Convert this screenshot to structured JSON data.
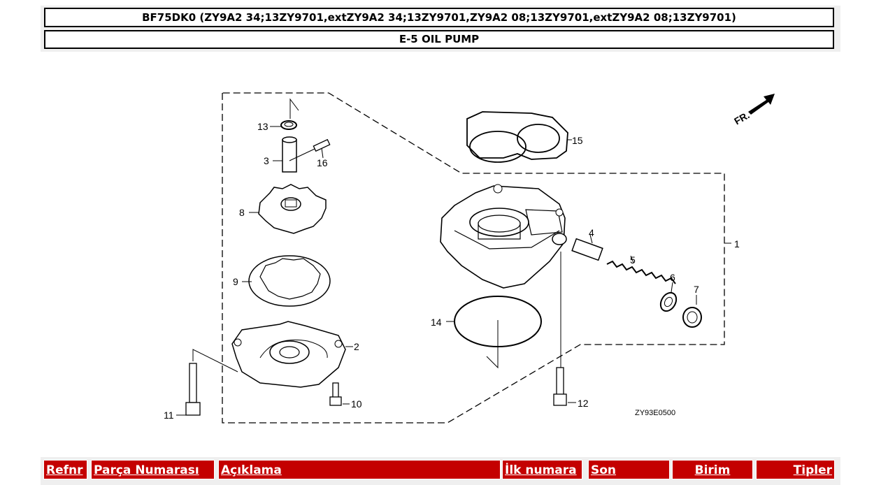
{
  "header": {
    "model_title": "BF75DK0 (ZY9A2 34;13ZY9701,extZY9A2 34;13ZY9701,ZY9A2 08;13ZY9701,extZY9A2 08;13ZY9701)",
    "section_title": "E-5 OIL PUMP"
  },
  "diagram": {
    "callouts": [
      "1",
      "2",
      "3",
      "4",
      "5",
      "6",
      "7",
      "8",
      "9",
      "10",
      "11",
      "12",
      "13",
      "14",
      "15",
      "16"
    ],
    "direction_label": "FR.",
    "drawing_code": "ZY93E0500"
  },
  "table": {
    "columns": {
      "ref": "Refnr",
      "part_number": "Parça Numarası",
      "description": "Açıklama",
      "first_number": "İlk numara",
      "last": "Son",
      "unit": "Birim",
      "types": "Tipler"
    }
  },
  "colors": {
    "header_bg": "#c40000",
    "header_text": "#ffffff",
    "frame_bg": "#efefef"
  }
}
